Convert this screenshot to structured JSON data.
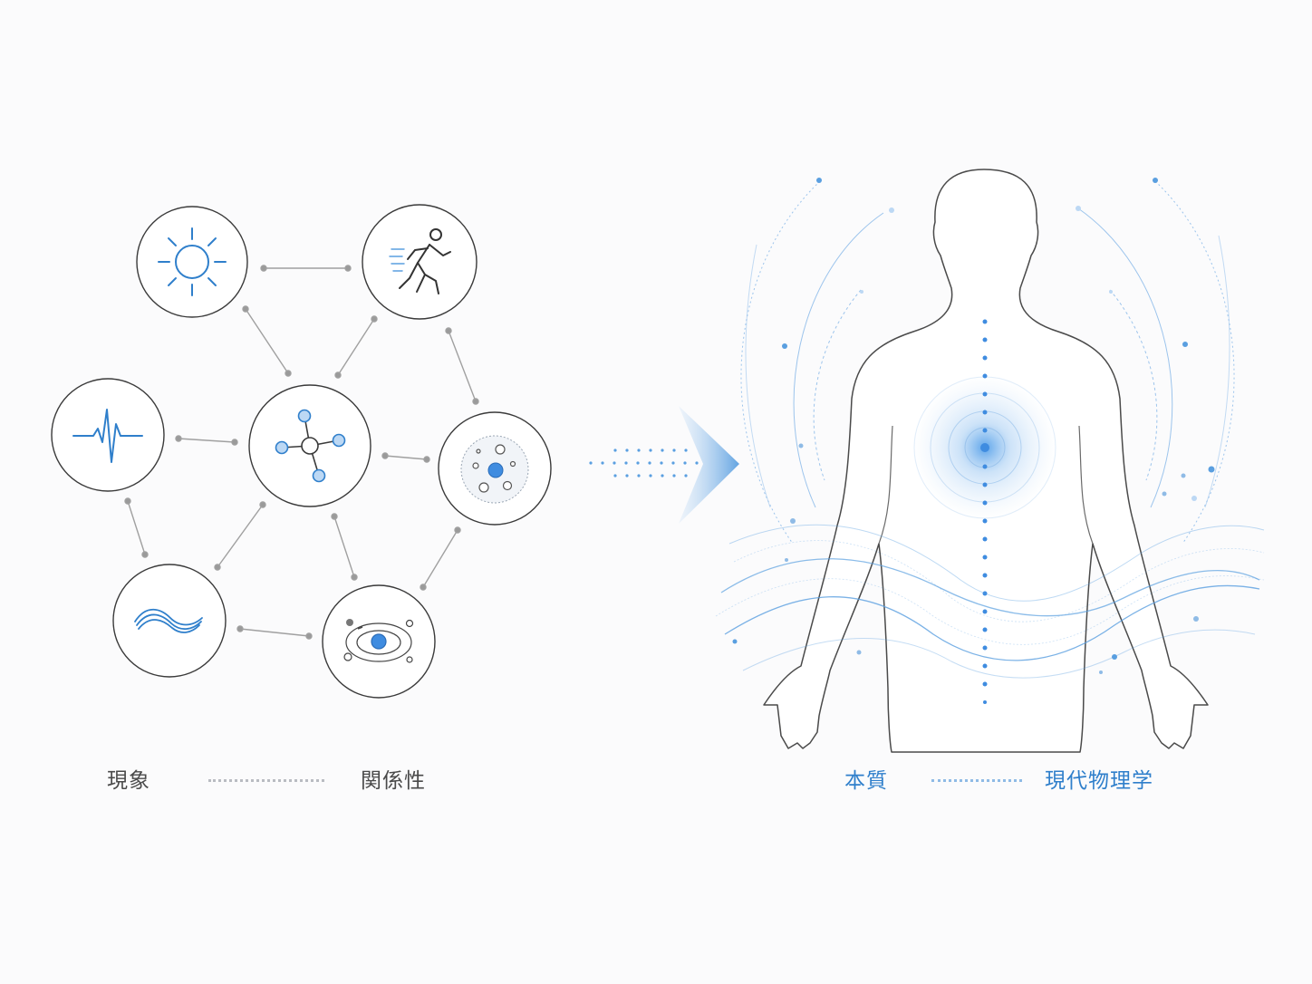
{
  "labels": {
    "phenomenon": "現象",
    "relation": "関係性",
    "essence": "本質",
    "physics": "現代物理学"
  },
  "nodes": [
    {
      "id": "sun",
      "icon": "sun-icon"
    },
    {
      "id": "runner",
      "icon": "running-person-icon"
    },
    {
      "id": "pulse",
      "icon": "heartbeat-wave-icon"
    },
    {
      "id": "network",
      "icon": "molecule-network-icon"
    },
    {
      "id": "cell",
      "icon": "cell-particles-icon"
    },
    {
      "id": "wave",
      "icon": "flowing-wave-icon"
    },
    {
      "id": "orbit",
      "icon": "atom-orbit-icon"
    }
  ],
  "figure": {
    "icon": "human-silhouette-icon"
  },
  "colors": {
    "accent": "#2f7fcb",
    "accent_light": "#8fbbe6",
    "node_stroke": "#3a3a3a",
    "link": "#9a9a9a",
    "text": "#4a4a4a"
  }
}
